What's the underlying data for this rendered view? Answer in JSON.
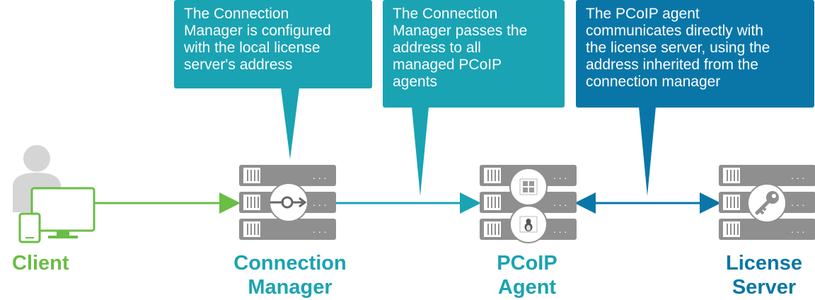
{
  "callouts": {
    "configured": "The Connection\nManager is configured\nwith the local license\nserver's address",
    "passes": "The Connection\nManager passes the\naddress to all\nmanaged PCoIP\nagents",
    "communicates": "The PCoIP agent\ncommunicates directly with\nthe license server, using the\naddress inherited from the\nconnection manager"
  },
  "nodes": {
    "client": "Client",
    "connection_manager": "Connection\nManager",
    "pcoip_agent": "PCoIP\nAgent",
    "license_server": "License\nServer"
  },
  "colors": {
    "client_green": "#6abd45",
    "teal": "#1aa3b3",
    "blue": "#0a76a8",
    "server_gray": "#8f8f8f"
  },
  "icons": {
    "client": "user-devices-icon",
    "connection_manager": "redirect-arrow-icon",
    "agent_os_1": "windows-icon",
    "agent_os_2": "linux-icon",
    "license_server": "key-icon"
  }
}
